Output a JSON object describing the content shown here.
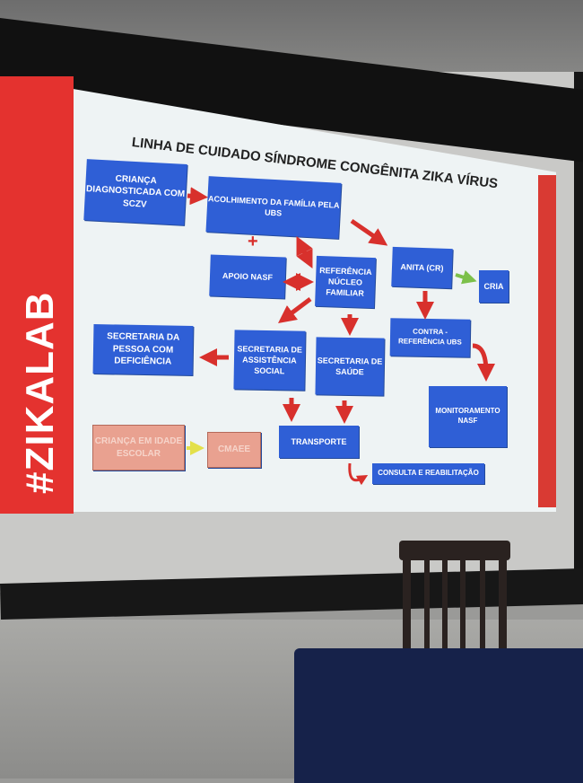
{
  "slide": {
    "title": "LINHA DE CUIDADO SÍNDROME CONGÊNITA ZIKA VÍRUS",
    "hashtag": "#ZIKALAB",
    "nodes": {
      "crianca": "CRIANÇA DIAGNOSTICADA COM SCZV",
      "acolhimento": "ACOLHIMENTO DA FAMÍLIA PELA UBS",
      "apoio": "APOIO NASF",
      "referencia": "REFERÊNCIA NÚCLEO FAMILIAR",
      "anita": "ANITA (CR)",
      "cria": "CRIA",
      "sec_pessoa": "SECRETARIA DA PESSOA COM DEFICIÊNCIA",
      "sec_assist": "SECRETARIA DE ASSISTÊNCIA SOCIAL",
      "sec_saude": "SECRETARIA DE SAÚDE",
      "contra": "CONTRA - REFERÊNCIA UBS",
      "monitoramento": "MONITORAMENTO NASF",
      "escolar": "CRIANÇA EM IDADE ESCOLAR",
      "cmaee": "CMAEE",
      "transporte": "TRANSPORTE",
      "consulta": "CONSULTA E REABILITAÇÃO"
    },
    "plus_sign": "+"
  },
  "colors": {
    "box": "#2f5fd6",
    "arrow": "#d8302c",
    "green_arrow": "#7cc04a",
    "yellow_arrow": "#e3e04a",
    "pink_box": "#e9a190"
  }
}
